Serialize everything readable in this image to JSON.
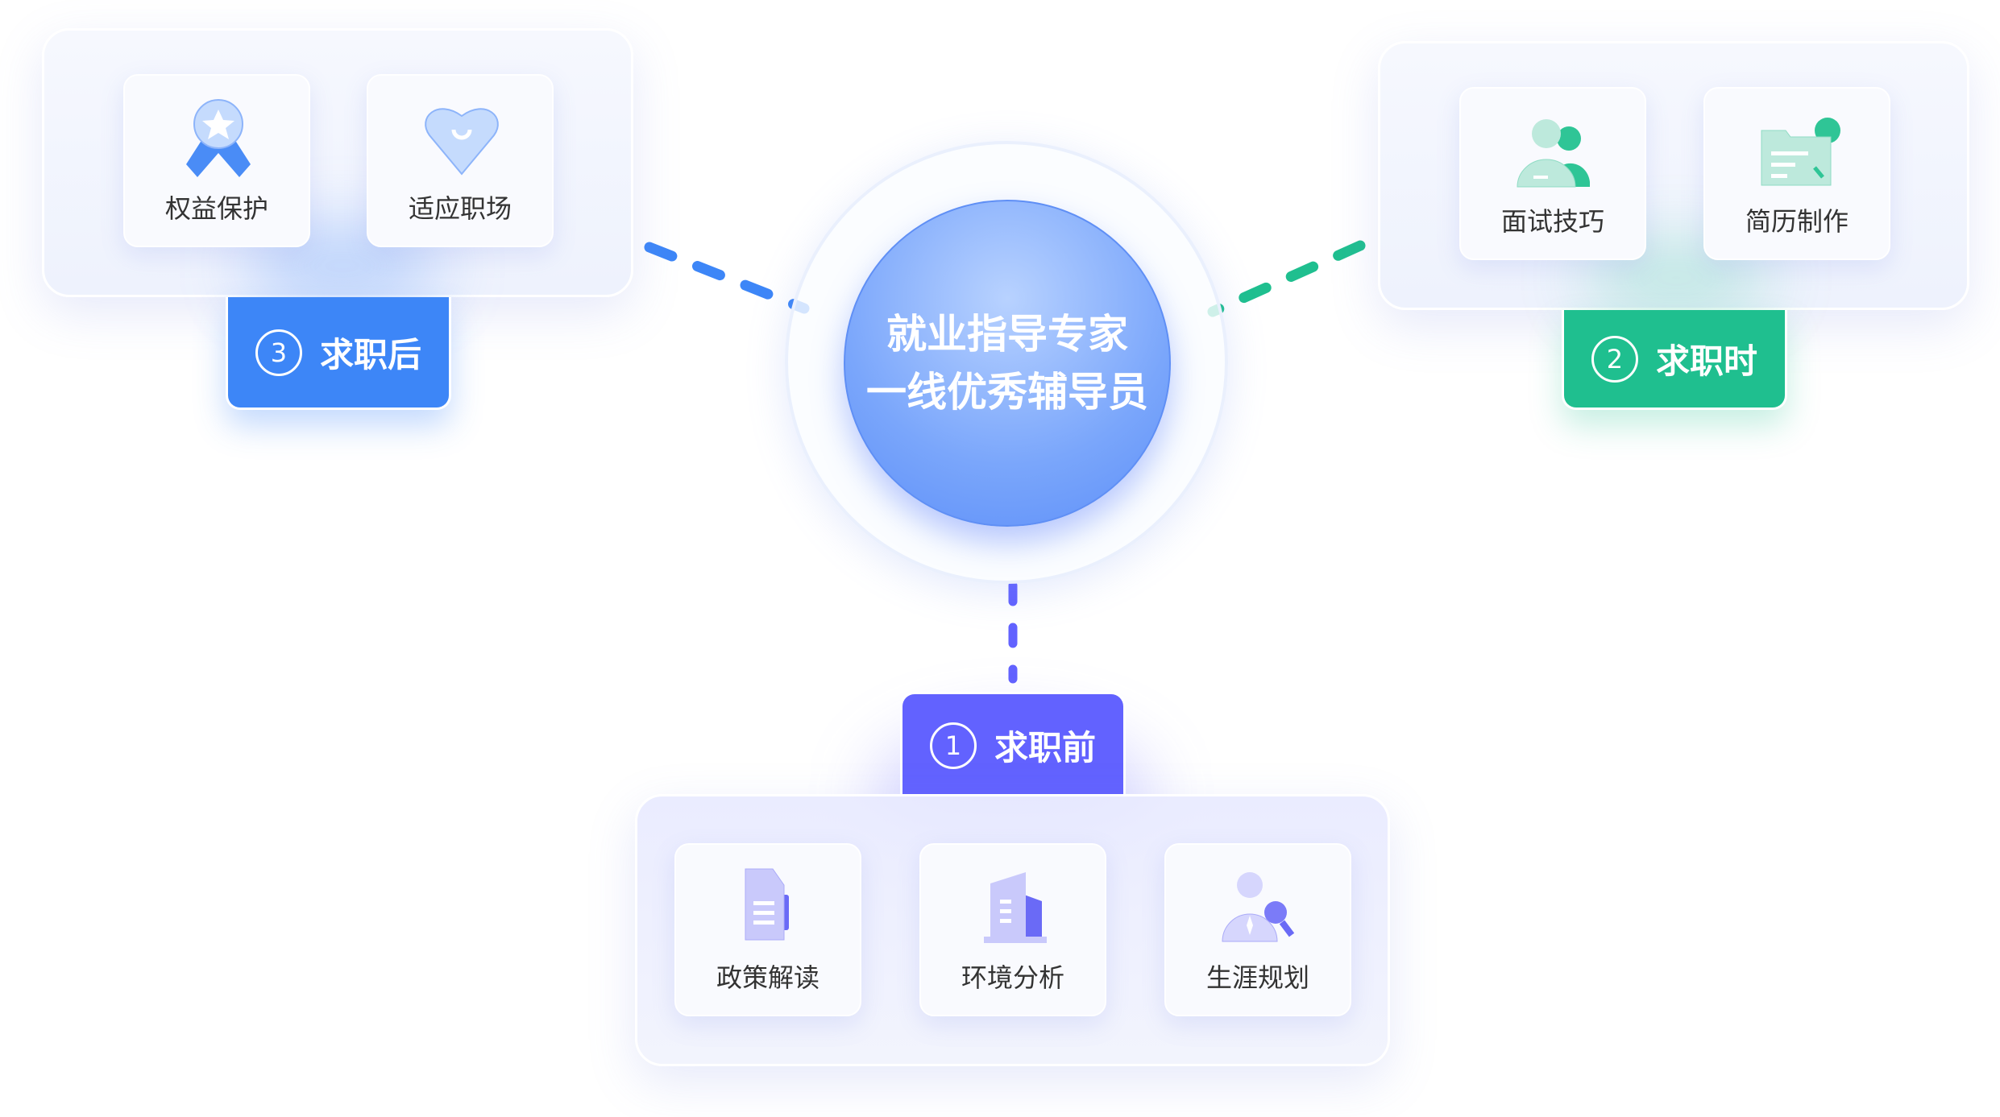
{
  "center": {
    "line1": "就业指导专家",
    "line2": "一线优秀辅导员"
  },
  "stages": [
    {
      "num": "1",
      "label": "求职前",
      "color": "#6262ff",
      "items": [
        {
          "label": "政策解读",
          "icon": "document-icon"
        },
        {
          "label": "环境分析",
          "icon": "building-icon"
        },
        {
          "label": "生涯规划",
          "icon": "person-search-icon"
        }
      ]
    },
    {
      "num": "2",
      "label": "求职时",
      "color": "#1fbf8f",
      "items": [
        {
          "label": "面试技巧",
          "icon": "people-icon"
        },
        {
          "label": "简历制作",
          "icon": "resume-icon"
        }
      ]
    },
    {
      "num": "3",
      "label": "求职后",
      "color": "#3d86f7",
      "items": [
        {
          "label": "权益保护",
          "icon": "award-ribbon-icon"
        },
        {
          "label": "适应职场",
          "icon": "heart-smile-icon"
        }
      ]
    }
  ]
}
